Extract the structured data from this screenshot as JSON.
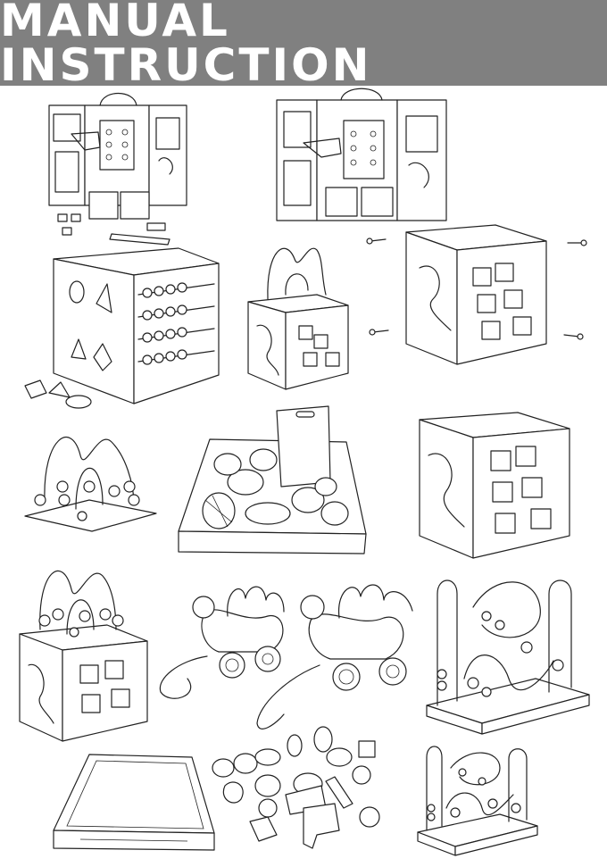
{
  "header": {
    "title": "MANUAL INSTRUCTION",
    "background_color": "#808080",
    "text_color": "#ffffff"
  },
  "illustrations": [
    "toolbox-open-with-parts",
    "toolbox-open-assembled",
    "shape-sorter-abacus-cube",
    "bead-maze-activity-cube",
    "block-cube-with-screws",
    "bead-maze-base",
    "cutting-food-tray",
    "block-cube",
    "bead-maze-cube-assembled",
    "pull-along-duck-toy",
    "pull-along-duck-toy-alt",
    "bead-maze-frame-large",
    "empty-tray",
    "food-and-tool-pieces",
    "bead-maze-frame-small"
  ]
}
